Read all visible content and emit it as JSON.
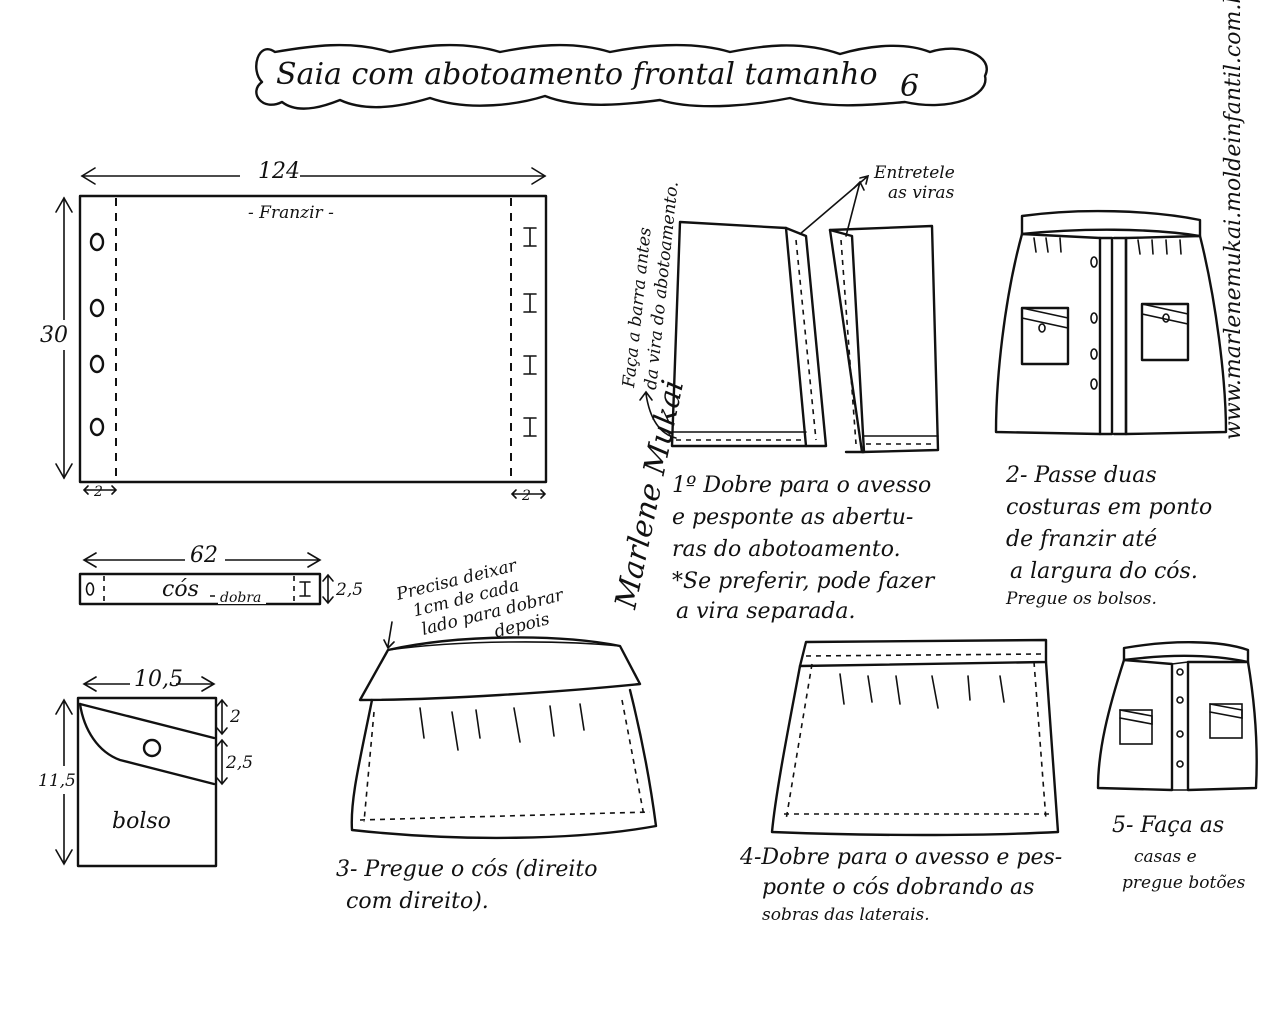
{
  "title": {
    "text": "Saia com abotoamento frontal tamanho",
    "size_value": "6"
  },
  "website": "www.marlenemukai.moldeinfantil.com.br",
  "signature": "Marlene Mukai",
  "skirt_panel": {
    "width": "124",
    "height": "30",
    "gather_label": "- Franzir -",
    "margin_left": "2",
    "margin_right": "2"
  },
  "waistband": {
    "width": "62",
    "height": "2,5",
    "label": "cós",
    "fold_label": "dobra"
  },
  "pocket": {
    "width": "10,5",
    "height": "11,5",
    "flap_top": "2",
    "flap_lower": "2,5",
    "label": "bolso"
  },
  "steps": {
    "step1_side_note": [
      "Faça a barra antes",
      "da vira do abotoamento."
    ],
    "step1_callout": [
      "Entretele",
      "as viras"
    ],
    "step1": [
      "1º Dobre para o avesso",
      "e pesponte as abertu-",
      "ras do abotoamento.",
      "*Se preferir, pode fazer",
      "a vira separada."
    ],
    "step2": [
      "2- Passe duas",
      "costuras em ponto",
      "de franzir até",
      "a largura do cós.",
      "Pregue os bolsos."
    ],
    "step3_note": [
      "Precisa deixar",
      "1cm de cada",
      "lado para dobrar",
      "depois"
    ],
    "step3": [
      "3- Pregue o cós (direito",
      "com direito)."
    ],
    "step4": [
      "4-Dobre para o avesso e pes-",
      "ponte o cós dobrando as",
      "sobras das laterais."
    ],
    "step5": [
      "5- Faça as",
      "casas e",
      "pregue botões"
    ]
  }
}
